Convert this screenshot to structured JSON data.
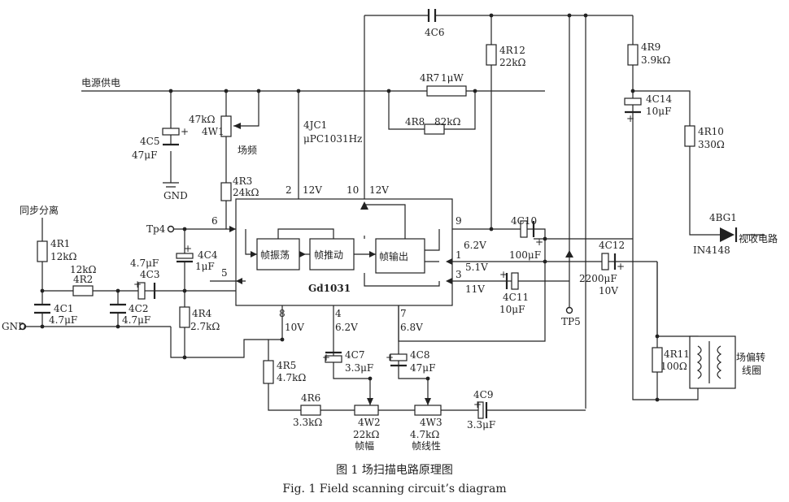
{
  "labels": {
    "power": "电源供电",
    "sync": "同步分离",
    "gnd_left": "GND",
    "gnd_c5": "GND",
    "tp4": "Tp4",
    "tp5": "TP5",
    "ic_name": "Gd1031",
    "ic_ref": "4JC1",
    "ic_type": "μPC1031Hz",
    "pin2_v": "12V",
    "pin10_v": "12V",
    "pin9_v": "6.2V",
    "pin1_v": "5.1V",
    "pin3_v": "11V",
    "pin8_v": "10V",
    "pin4_v": "6.2V",
    "pin7_v": "6.8V",
    "block_osc": "帧振荡",
    "block_drv": "帧推动",
    "block_out": "帧输出",
    "field_freq": "场频",
    "frame_amp": "帧幅",
    "frame_lin": "帧线性",
    "yoke": "场偏转",
    "yoke2": "线圈",
    "tv_circuit": "视收电路",
    "diode": "4BG1",
    "diode_type": "IN4148"
  },
  "pins": [
    "2",
    "10",
    "6",
    "5",
    "9",
    "1",
    "3",
    "8",
    "4",
    "7"
  ],
  "components": {
    "C6": "4C6",
    "R12": "4R12",
    "R12_v": "22kΩ",
    "R9": "4R9",
    "R9_v": "3.9kΩ",
    "R7": "4R7",
    "R7_v": "1μW",
    "R8": "4R8",
    "R8_v": "82kΩ",
    "C14": "4C14",
    "C14_v": "10μF",
    "R10": "4R10",
    "R10_v": "330Ω",
    "W1_v": "47kΩ",
    "W1": "4W1",
    "C5": "4C5",
    "C5_v": "47μF",
    "R3": "4R3",
    "R3_v": "24kΩ",
    "R1": "4R1",
    "R1_v": "12kΩ",
    "R2_v": "12kΩ",
    "R2": "4R2",
    "C3": "4C3",
    "C3_v": "4.7μF",
    "C4": "4C4",
    "C4_v": "1μF",
    "C1": "4C1",
    "C1_v": "4.7μF",
    "C2": "4C2",
    "C2_v": "4.7μF",
    "R4": "4R4",
    "R4_v": "2.7kΩ",
    "C10": "4C10",
    "C10_v": "100μF",
    "C12": "4C12",
    "C12_v": "2200μF",
    "C12_v2": "10V",
    "C11": "4C11",
    "C11_v": "10μF",
    "R11": "4R11",
    "R11_v": "100Ω",
    "C7": "4C7",
    "C7_v": "3.3μF",
    "C8": "4C8",
    "C8_v": "47μF",
    "R5": "4R5",
    "R5_v": "4.7kΩ",
    "R6": "4R6",
    "R6_v": "3.3kΩ",
    "W2": "4W2",
    "W2_v": "22kΩ",
    "W3": "4W3",
    "W3_v": "4.7kΩ",
    "C9": "4C9",
    "C9_v": "3.3μF"
  },
  "caption": {
    "cn": "图 1   场扫描电路原理图",
    "en": "Fig. 1    Field scanning circuit’s diagram"
  }
}
